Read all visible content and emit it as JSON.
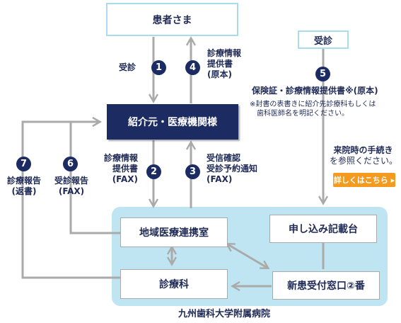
{
  "boxes": {
    "patient": "患者さま",
    "referral": "紹介元・医療機関様",
    "consult_tag": "受診",
    "regional": "地域医療連携室",
    "application": "申し込み記載台",
    "department": "診療科",
    "reception": "新患受付窓口②番"
  },
  "hospital": "九州歯科大学附属病院",
  "steps": [
    {
      "num": "1",
      "lines": [
        "受診"
      ]
    },
    {
      "num": "2",
      "lines": [
        "診療情報",
        "提供書",
        "(FAX)"
      ]
    },
    {
      "num": "3",
      "lines": [
        "受信確認",
        "受診予約通知",
        "(FAX)"
      ]
    },
    {
      "num": "4",
      "lines": [
        "診療情報",
        "提供書",
        "(原本)"
      ]
    },
    {
      "num": "5",
      "lines": [
        "保険証・診療情報提供書※(原本)"
      ]
    },
    {
      "num": "6",
      "lines": [
        "受診報告",
        "(FAX)"
      ]
    },
    {
      "num": "7",
      "lines": [
        "診療報告",
        "(返書)"
      ]
    }
  ],
  "note": [
    "※封書の表書きに紹介先診療科もしくは",
    "歯科医師名を明記ください。"
  ],
  "procedure": [
    "来院時の手続き",
    "を参照ください。"
  ],
  "details_button": "詳しくはこちら ▸",
  "colors": {
    "navy": "#1d2b63",
    "light_blue": "#bfe5f2",
    "orange": "#f39a1f",
    "arrow_gray": "#aaaaaa"
  }
}
